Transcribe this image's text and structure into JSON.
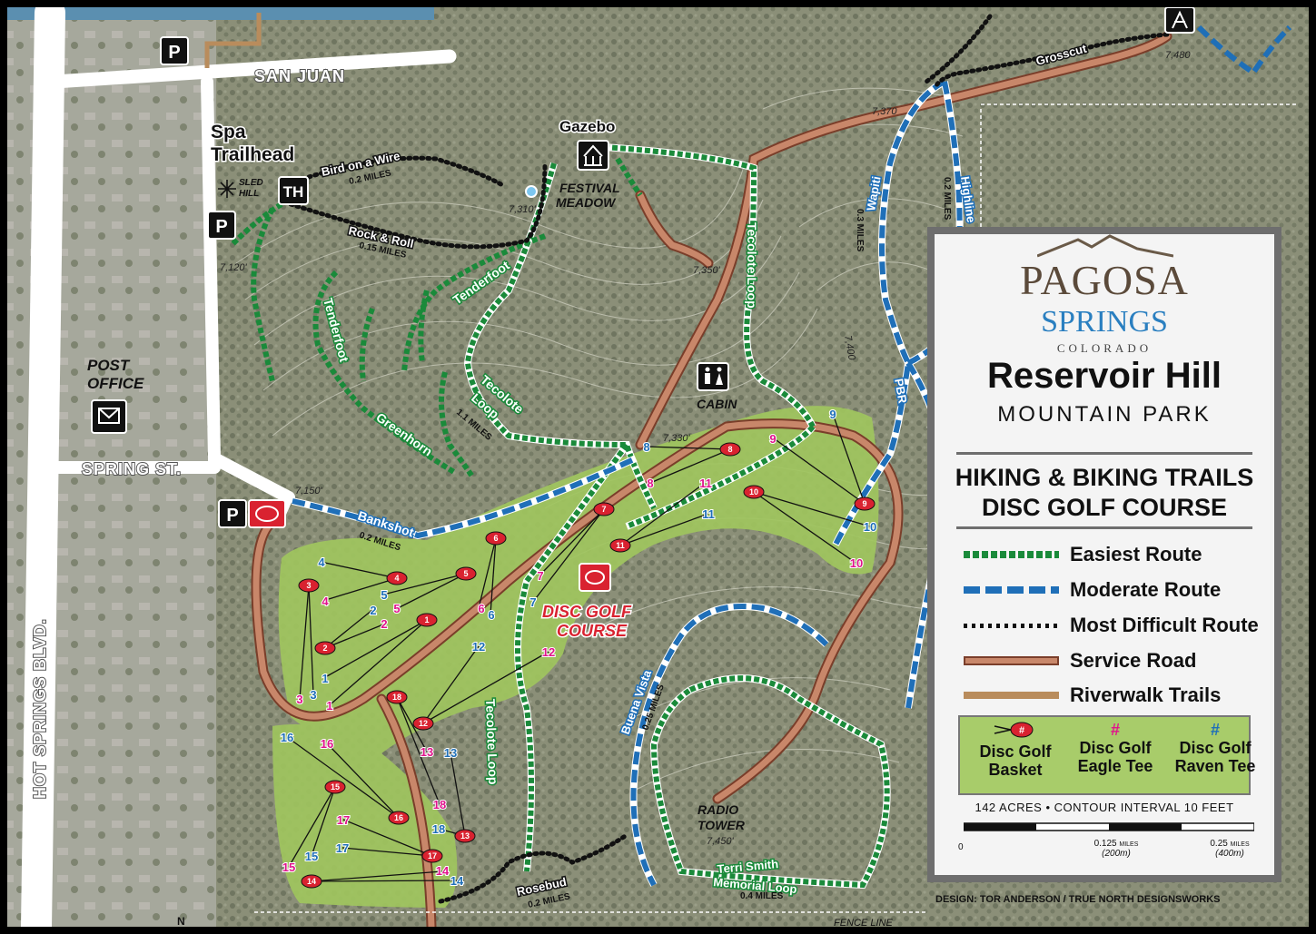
{
  "legend": {
    "brand_name": "PAGOSA",
    "brand_springs": "SPRINGS",
    "brand_state": "COLORADO",
    "park_title": "Reservoir Hill",
    "park_subtitle": "MOUNTAIN PARK",
    "section_line1": "HIKING & BIKING TRAILS",
    "section_line2": "DISC GOLF COURSE",
    "routes": [
      {
        "label": "Easiest Route",
        "color": "#1a8a3a"
      },
      {
        "label": "Moderate Route",
        "color": "#1f6fb8"
      },
      {
        "label": "Most Difficult Route",
        "color": "#111111"
      },
      {
        "label": "Service Road",
        "color": "#c8876a"
      },
      {
        "label": "Riverwalk Trails",
        "color": "#b98c5c"
      }
    ],
    "disc_basket": "Disc Golf Basket",
    "disc_eagle": "Disc Golf Eagle Tee",
    "disc_raven": "Disc Golf Raven Tee",
    "symbol_hash": "#",
    "acres_note": "142 ACRES • CONTOUR INTERVAL 10 FEET",
    "scale_0": "0",
    "scale_mid": "0.125",
    "scale_mid_m": "(200m)",
    "scale_end": "0.25",
    "scale_end_m": "(400m)",
    "scale_unit": "MILES",
    "credit": "DESIGN: TOR ANDERSON / TRUE NORTH DESIGNSWORKS"
  },
  "map": {
    "streets": {
      "san_juan": "SAN JUAN",
      "spring_st": "SPRING ST.",
      "hot_springs": "HOT SPRINGS BLVD."
    },
    "places": {
      "spa": "Spa",
      "trailhead": "Trailhead",
      "th": "TH",
      "sled1": "SLED",
      "sled2": "HILL",
      "gazebo": "Gazebo",
      "festival1": "FESTIVAL",
      "festival2": "MEADOW",
      "post1": "POST",
      "post2": "OFFICE",
      "cabin": "CABIN",
      "radio1": "RADIO",
      "radio2": "TOWER",
      "disc1": "DISC GOLF",
      "disc2": "COURSE",
      "fence": "FENCE LINE",
      "north": "N",
      "p": "P"
    },
    "trails": {
      "bird": "Bird on a Wire",
      "bird_mi": "0.2 MILES",
      "rock": "Rock & Roll",
      "rock_mi": "0.15 MILES",
      "tender": "Tenderfoot",
      "tecolote": "Tecolote",
      "tecolote_loop": "Loop",
      "tecolote_mi": "1.1 MILES",
      "tecolote_loop_full": "Tecolote Loop",
      "greenhorn": "Greenhorn",
      "bankshot": "Bankshot",
      "bankshot_mi": "0.2 MILES",
      "rosebud": "Rosebud",
      "rosebud_mi": "0.2 MILES",
      "buena": "Buena Vista",
      "buena_mi": "0.25 MILES",
      "terri1": "Terri Smith",
      "terri2": "Memorial Loop",
      "terri_mi": "0.4 MILES",
      "wapiti": "Wapiti",
      "wapiti_mi": "0.3 MILES",
      "highline": "Highline",
      "highline_mi": "0.2 MILES",
      "pbr": "PBR",
      "grosscut": "Grosscut"
    },
    "elevations": {
      "e7480": "7,480",
      "e7370": "7,370",
      "e7310": "7,310'",
      "e7120": "7,120'",
      "e7350": "7,350'",
      "e7400": "7,400",
      "e7330": "7,330'",
      "e7150": "7,150'",
      "e7450": "7,450'"
    }
  }
}
